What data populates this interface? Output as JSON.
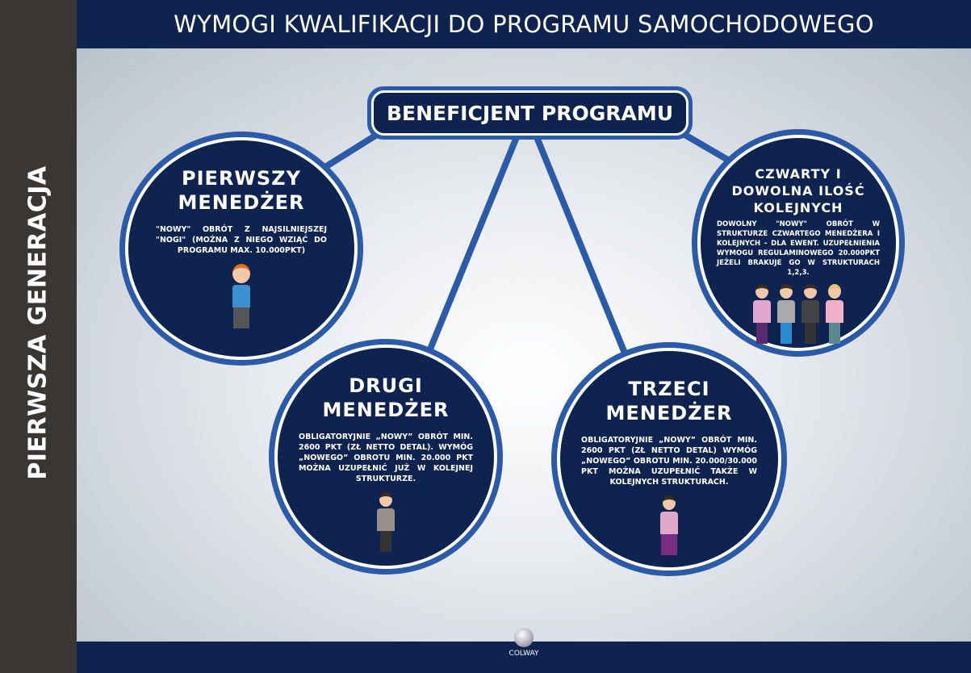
{
  "sidebar": {
    "label": "PIERWSZA GENERACJA"
  },
  "header": {
    "title": "WYMOGI KWALIFIKACJI  DO PROGRAMU SAMOCHODOWEGO"
  },
  "center": {
    "label": "BENEFICJENT PROGRAMU"
  },
  "circles": [
    {
      "title": "PIERWSZY MENEDŻER",
      "text": "\"NOWY\" OBRÓT Z NAJSILNIEJSZEJ \"NOGI\" (MOŻNA Z NIEGO WZIĄĆ DO PROGRAMU MAX. 10.000PKT)"
    },
    {
      "title": "DRUGI MENEDŻER",
      "text": "OBLIGATORYJNIE „NOWY” OBRÓT MIN. 2600 PKT (ZŁ NETTO DETAL). WYMÓG „NOWEGO” OBROTU MIN. 20.000 PKT MOŻNA UZUPEŁNIĆ JUŻ W KOLEJNEJ STRUKTURZE."
    },
    {
      "title": "TRZECI MENEDŻER",
      "text": "OBLIGATORYJNIE „NOWY” OBRÓT MIN. 2600 PKT (ZŁ NETTO DETAL) WYMÓG „NOWEGO” OBROTU MIN. 20.000/30.000 PKT MOŻNA UZUPEŁNIĆ TAKŻE W KOLEJNYCH STRUKTURACH."
    },
    {
      "title": "CZWARTY I DOWOLNA ILOŚĆ KOLEJNYCH",
      "text": "DOWOLNY \"NOWY\" OBRÓT W STRUKTURZE CZWARTEGO MENEDŻERA I KOLEJNYCH - DLA EWENT. UZUPEŁNIENIA WYMOGU REGULAMINOWEGO 20.000PKT JEŻELI BRAKUJE GO W STRUKTURACH 1,2,3."
    }
  ],
  "footer": {
    "logo": "COLWAY"
  },
  "colors": {
    "navy": "#0f2350",
    "ring": "#2a5aa8",
    "sidebar": "#3a3633"
  }
}
